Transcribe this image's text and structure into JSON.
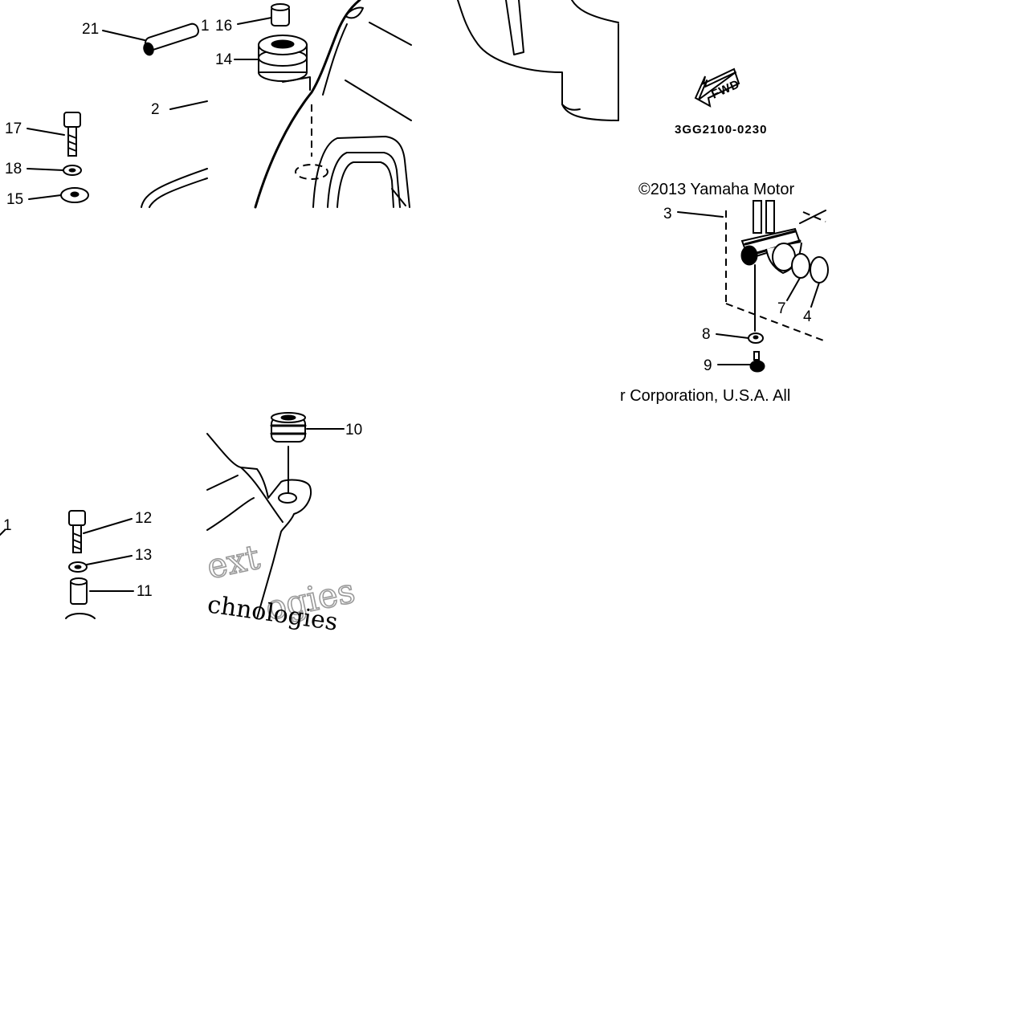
{
  "figure_code": "3GG2100-0230",
  "fwd_label": "FWD",
  "copyright_top": "©2013 Yamaha Motor",
  "copyright_bottom": "r Corporation, U.S.A. All",
  "watermark": {
    "line1": "ext",
    "line2": "ogies",
    "line3": "chnologies"
  },
  "callouts": {
    "c1a": "1",
    "c16": "16",
    "c21": "21",
    "c14": "14",
    "c2": "2",
    "c17": "17",
    "c18": "18",
    "c15": "15",
    "c3": "3",
    "c7": "7",
    "c4": "4",
    "c8": "8",
    "c9": "9",
    "c10": "10",
    "c1b": "1",
    "c12": "12",
    "c13": "13",
    "c11": "11"
  }
}
